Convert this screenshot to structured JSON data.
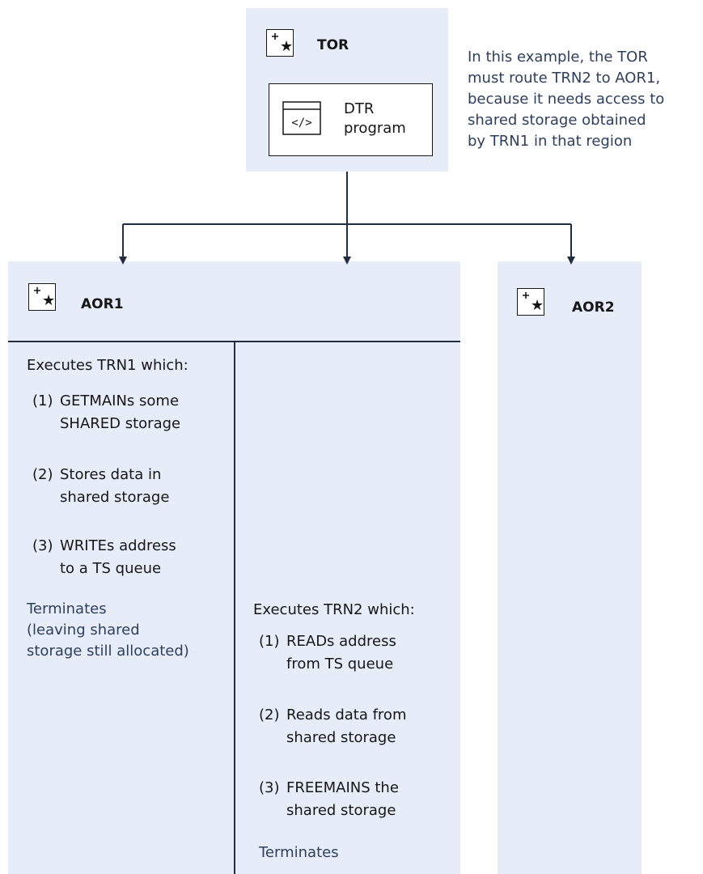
{
  "tor": {
    "label": "TOR",
    "program_label_line1": "DTR",
    "program_label_line2": "program",
    "icon": "region-icon",
    "program_icon": "code-window-icon"
  },
  "note": {
    "lines": [
      "In this example, the TOR",
      "must route TRN2 to AOR1,",
      "because it needs access to",
      "shared storage obtained",
      "by TRN1 in that region"
    ]
  },
  "aor1": {
    "label": "AOR1",
    "left": {
      "heading": "Executes TRN1 which:",
      "steps": [
        {
          "num": "(1)",
          "line1": "GETMAINs some",
          "line2": "SHARED storage"
        },
        {
          "num": "(2)",
          "line1": "Stores data in",
          "line2": "shared storage"
        },
        {
          "num": "(3)",
          "line1": "WRITEs address",
          "line2": "to a TS queue"
        }
      ],
      "terminates": [
        "Terminates",
        "(leaving shared",
        "storage still allocated)"
      ]
    },
    "right": {
      "heading": "Executes TRN2 which:",
      "steps": [
        {
          "num": "(1)",
          "line1": "READs address",
          "line2": "from TS queue"
        },
        {
          "num": "(2)",
          "line1": "Reads data from",
          "line2": "shared storage"
        },
        {
          "num": "(3)",
          "line1": "FREEMAINS the",
          "line2": "shared storage"
        }
      ],
      "terminates": "Terminates"
    }
  },
  "aor2": {
    "label": "AOR2"
  },
  "colors": {
    "box_fill": "#e6edf8",
    "line": "#1f2d45",
    "text": "#161616",
    "note_text": "#2d3f5c"
  }
}
